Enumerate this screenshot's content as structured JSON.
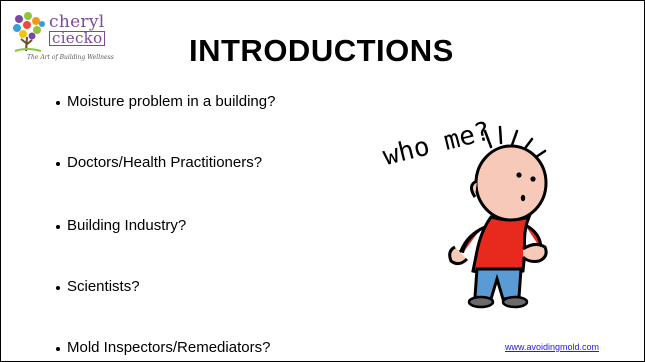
{
  "logo": {
    "first_name": "cheryl",
    "last_name": "ciecko",
    "tagline": "The Art of Building Wellness"
  },
  "slide": {
    "title": "INTRODUCTIONS",
    "bullets": [
      "Moisture problem in a building?",
      "Doctors/Health Practitioners?",
      "Building Industry?",
      "Scientists?",
      "Mold Inspectors/Remediators?"
    ],
    "cartoon_caption": "who me?",
    "footer_link": "www.avoidingmold.com"
  },
  "colors": {
    "logo_purple": "#7a4a9e",
    "link_blue": "#2020e0",
    "shirt_red": "#e82a1e",
    "pants_blue": "#5b9bd5",
    "skin": "#f7c9b8"
  }
}
